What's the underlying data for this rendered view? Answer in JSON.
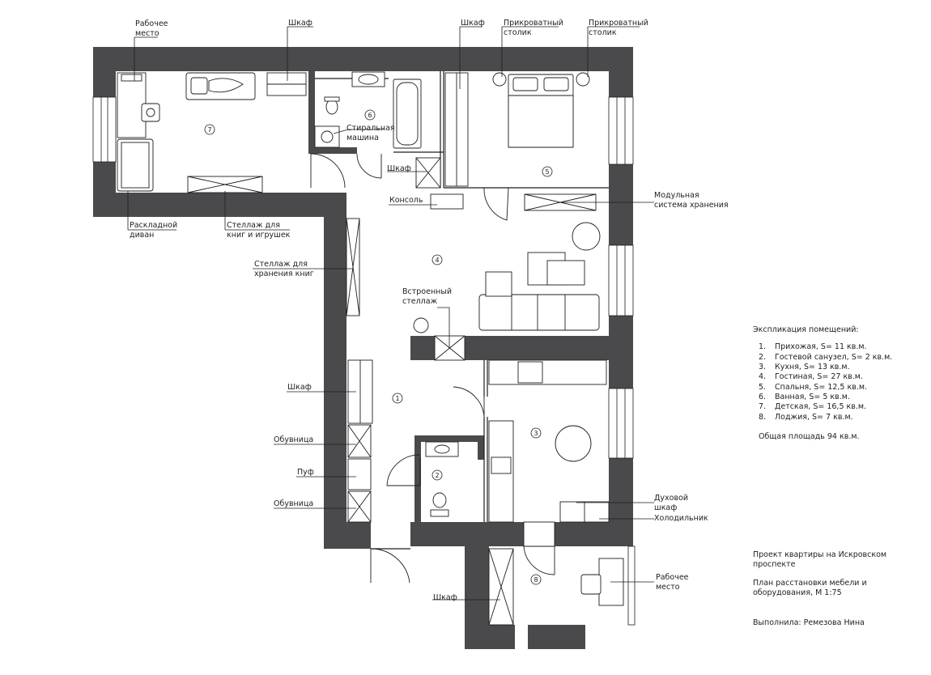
{
  "plan": {
    "labels": {
      "work_place_top_l1": "Рабочее",
      "work_place_top_l2": "место",
      "wardrobe_top_left": "Шкаф",
      "wardrobe_top_right": "Шкаф",
      "bedside_l_l1": "Прикроватный",
      "bedside_l_l2": "столик",
      "bedside_r_l1": "Прикроватный",
      "bedside_r_l2": "столик",
      "washer_l1": "Стиральная",
      "washer_l2": "машина",
      "wardrobe_hall_small": "Шкаф",
      "console": "Консоль",
      "modular_l1": "Модульная",
      "modular_l2": "система хранения",
      "sofa_bed_l1": "Раскладной",
      "sofa_bed_l2": "диван",
      "shelf_toys_l1": "Стеллаж для",
      "shelf_toys_l2": "книг и игрушек",
      "shelf_books_l1": "Стеллаж для",
      "shelf_books_l2": "хранения книг",
      "builtin_l1": "Встроенный",
      "builtin_l2": "стеллаж",
      "wardrobe_hall": "Шкаф",
      "shoe_rack_1": "Обувница",
      "pouf": "Пуф",
      "shoe_rack_2": "Обувница",
      "oven_l1": "Духовой",
      "oven_l2": "шкаф",
      "fridge": "Холодильник",
      "work_place_loggia_l1": "Рабочее",
      "work_place_loggia_l2": "место",
      "wardrobe_loggia": "Шкаф"
    },
    "room_numbers": [
      "1",
      "2",
      "3",
      "4",
      "5",
      "6",
      "7",
      "8"
    ]
  },
  "explication": {
    "title": "Экспликация помещений:",
    "rooms": [
      {
        "num": "1.",
        "text": "Прихожая, S= 11 кв.м."
      },
      {
        "num": "2.",
        "text": "Гостевой санузел, S= 2 кв.м."
      },
      {
        "num": "3.",
        "text": "Кухня, S= 13 кв.м."
      },
      {
        "num": "4.",
        "text": "Гостиная, S= 27 кв.м."
      },
      {
        "num": "5.",
        "text": "Спальня, S= 12,5 кв.м."
      },
      {
        "num": "6.",
        "text": "Ванная, S= 5 кв.м."
      },
      {
        "num": "7.",
        "text": "Детская, S= 16,5 кв.м."
      },
      {
        "num": "8.",
        "text": "Лоджия, S= 7 кв.м."
      }
    ],
    "total": "Общая площадь 94 кв.м."
  },
  "project": {
    "line1": "Проект квартиры на Искровском",
    "line2": "проспекте",
    "line3": "План расстановки мебели и",
    "line4": "оборудования, М 1:75",
    "author": "Выполнила: Ремезова Нина"
  },
  "colors": {
    "wall": "#4a4a4d",
    "line": "#1e1e1e"
  }
}
